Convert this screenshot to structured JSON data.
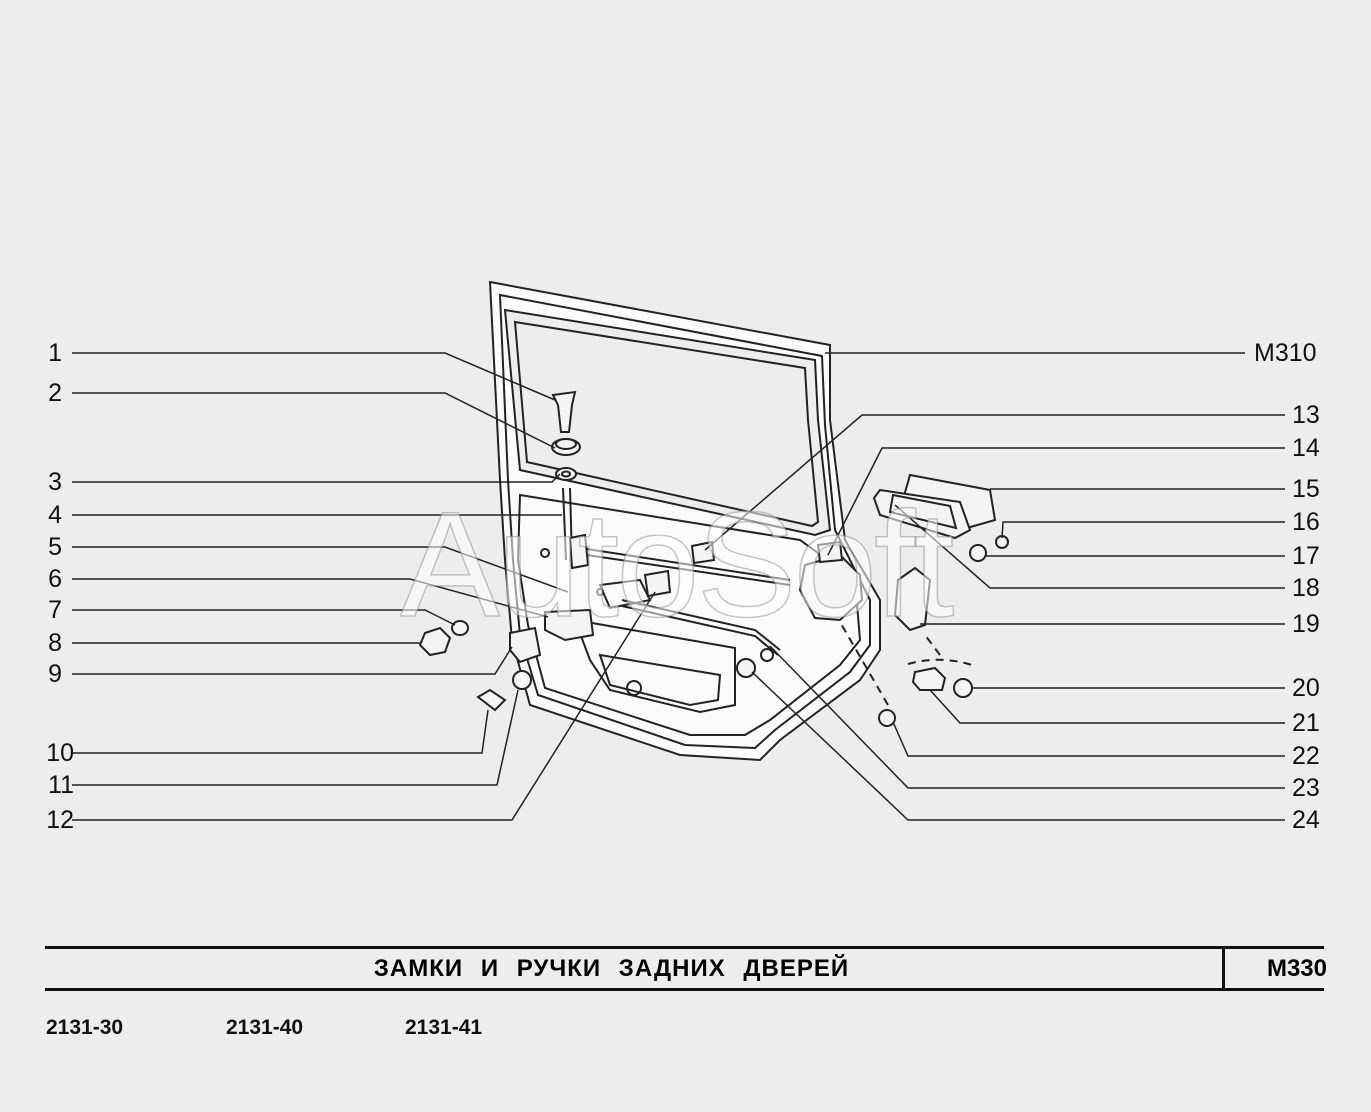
{
  "title": "ЗАМКИ И РУЧКИ ЗАДНИХ ДВЕРЕЙ",
  "page_code": "М330",
  "models": [
    "2131-30",
    "2131-40",
    "2131-41"
  ],
  "reference": "М310",
  "watermark": "AutoSoft",
  "callouts_left": [
    "1",
    "2",
    "3",
    "4",
    "5",
    "6",
    "7",
    "8",
    "9",
    "10",
    "11",
    "12"
  ],
  "callouts_right": [
    "13",
    "14",
    "15",
    "16",
    "17",
    "18",
    "19",
    "20",
    "21",
    "22",
    "23",
    "24"
  ]
}
